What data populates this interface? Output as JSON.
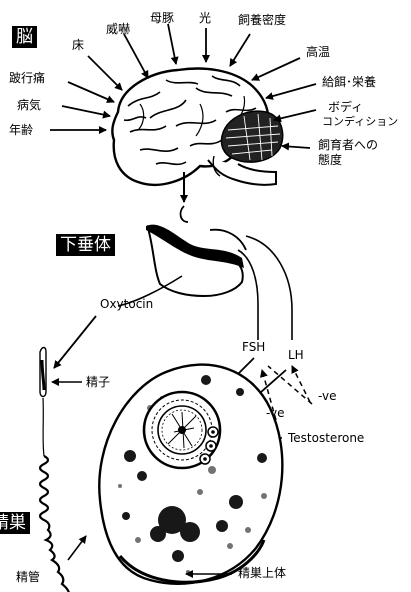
{
  "brain": {
    "title": "脳",
    "factors": {
      "toko": "床",
      "ikaku": "威嚇",
      "botan": "母豚",
      "hikari": "光",
      "shiiku_mitsudo": "飼養密度",
      "konon": "高温",
      "kyuji_eiyo": "給餌･栄養",
      "body_condition_1": "ボディ",
      "body_condition_2": "コンディション",
      "attitude_1": "飼育者への",
      "attitude_2": "態度",
      "teikohei": "跛行痛",
      "byoki": "病気",
      "nenrei": "年齢"
    }
  },
  "pituitary": {
    "title": "下垂体"
  },
  "hormones": {
    "oxytocin": "Oxytocin",
    "fsh": "FSH",
    "lh": "LH",
    "testosterone": "Testosterone",
    "feedback_1": "-ve",
    "feedback_2": "-ve"
  },
  "testis": {
    "title": "精巣",
    "sperm": "精子",
    "vas_deferens": "精管",
    "epididymis": "精巣上体"
  }
}
